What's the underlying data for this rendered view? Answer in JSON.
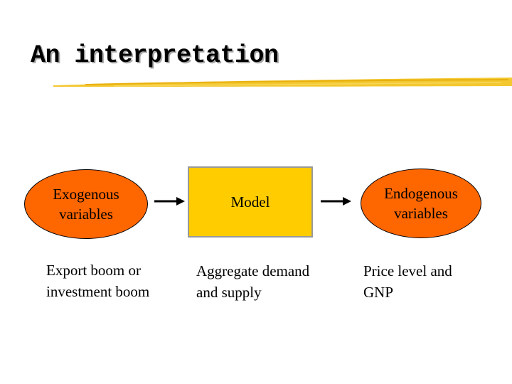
{
  "title": "An interpretation",
  "colors": {
    "oval_fill": "#fe6600",
    "box_fill": "#ffcc00",
    "brush": "#f2c21a"
  },
  "flow": {
    "input": {
      "label_line1": "Exogenous",
      "label_line2": "variables"
    },
    "model": {
      "label": "Model"
    },
    "output": {
      "label_line1": "Endogenous",
      "label_line2": "variables"
    }
  },
  "examples": {
    "input": {
      "line1": "Export boom or",
      "line2": "investment boom"
    },
    "model": {
      "line1": "Aggregate demand",
      "line2": "and supply"
    },
    "output": {
      "line1": "Price level and",
      "line2": "GNP"
    }
  }
}
